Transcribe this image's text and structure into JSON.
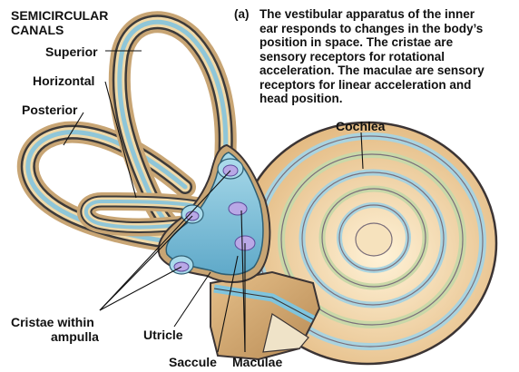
{
  "heading": {
    "line1": "SEMICIRCULAR",
    "line2": "CANALS"
  },
  "caption": {
    "tag": "(a)",
    "lines": [
      "The vestibular apparatus of the inner",
      "ear responds to changes in the body’s",
      "position in space. The cristae are",
      "sensory receptors for rotational",
      "acceleration. The maculae are sensory",
      "receptors for linear acceleration and",
      "head position."
    ]
  },
  "labels": {
    "superior": "Superior",
    "horizontal": "Horizontal",
    "posterior": "Posterior",
    "cochlea": "Cochlea",
    "cristae_line1": "Cristae within",
    "cristae_line2": "ampulla",
    "utricle": "Utricle",
    "saccule": "Saccule",
    "maculae": "Maculae"
  },
  "colors": {
    "canal_outer": "#c8a574",
    "canal_wall": "#3c3a3a",
    "canal_fluid": "#8fc6d8",
    "vestibule": "#7fc4dd",
    "vestibule_dark": "#4f9ec0",
    "receptor": "#b9a8e6",
    "cochlea_base": "#e9c48e",
    "cochlea_ring1": "#c9d8a8",
    "cochlea_ring2": "#a9d3df",
    "cochlea_ring3": "#f1d79e",
    "text": "#111111"
  }
}
